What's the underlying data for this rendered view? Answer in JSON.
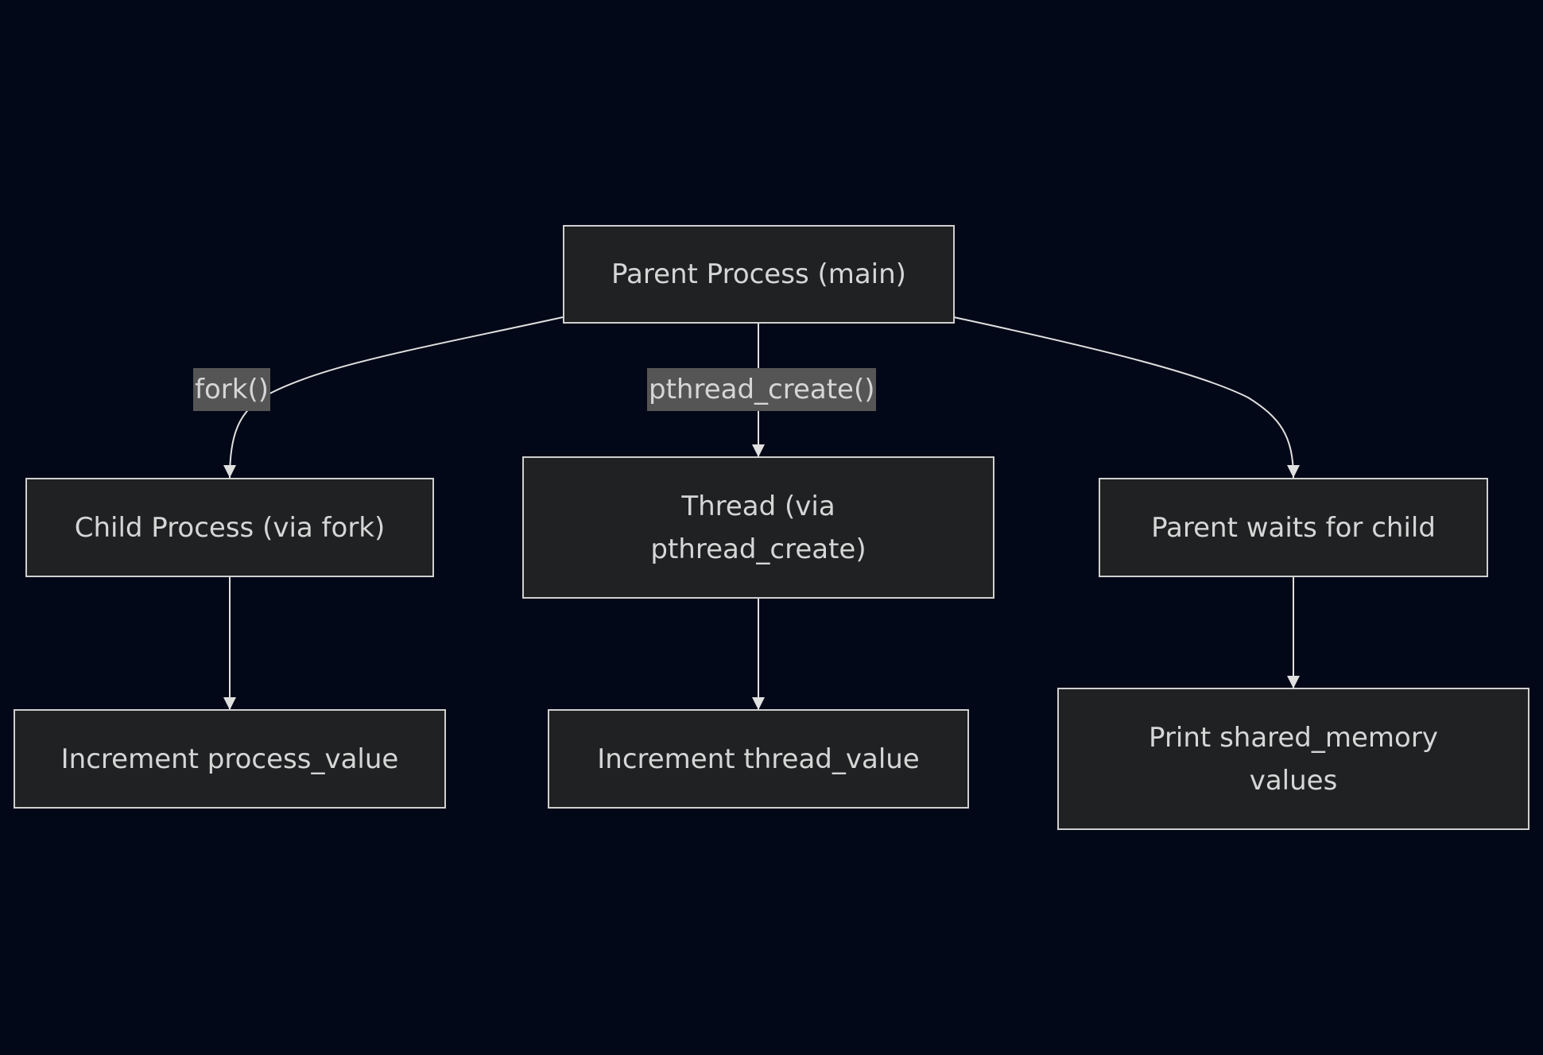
{
  "diagram": {
    "nodes": {
      "parent": {
        "label": "Parent Process (main)"
      },
      "child": {
        "label": "Child Process (via fork)"
      },
      "thread": {
        "label": "Thread (via pthread_create)"
      },
      "wait": {
        "label": "Parent waits for child"
      },
      "inc_process": {
        "label": "Increment process_value"
      },
      "inc_thread": {
        "label": "Increment thread_value"
      },
      "print": {
        "label": "Print shared_memory values"
      }
    },
    "edges": [
      {
        "from": "parent",
        "to": "child",
        "label": "fork()"
      },
      {
        "from": "parent",
        "to": "thread",
        "label": "pthread_create()"
      },
      {
        "from": "parent",
        "to": "wait",
        "label": ""
      },
      {
        "from": "child",
        "to": "inc_process",
        "label": ""
      },
      {
        "from": "thread",
        "to": "inc_thread",
        "label": ""
      },
      {
        "from": "wait",
        "to": "print",
        "label": ""
      }
    ],
    "colors": {
      "background": "#020817",
      "node_fill": "#202122",
      "node_stroke": "#cfcfcf",
      "text": "#d6d6d6",
      "edge": "#e0e0e0",
      "edge_label_bg": "#555555"
    }
  }
}
